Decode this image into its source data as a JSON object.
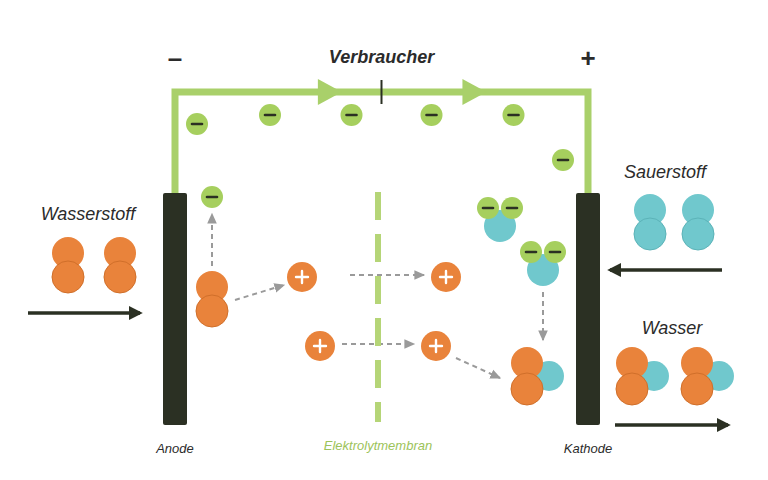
{
  "diagram": {
    "nodes": [
      {
        "text": [
          "Anode"
        ]
      },
      {
        "text": [
          "Elektrolytmembran"
        ]
      },
      {
        "text": [
          "Kathode"
        ]
      }
    ],
    "edges": [
      {
        "from": 0,
        "to": 2,
        "arrow": "to",
        "label": "Verbraucher"
      }
    ],
    "labels": [
      "–",
      "+",
      "Wasserstoff",
      "Sauerstoff",
      "Wasser"
    ]
  }
}
